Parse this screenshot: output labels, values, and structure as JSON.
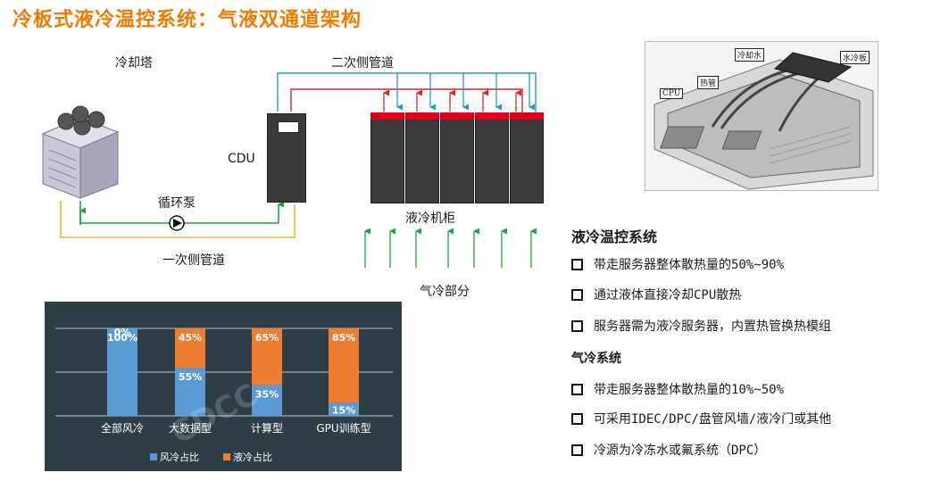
{
  "title": "冷板式液冷温控系统：气液双通道架构",
  "diagram": {
    "cooling_tower": "冷却塔",
    "secondary_pipe": "二次侧管道",
    "cdu": "CDU",
    "pump": "循环泵",
    "primary_pipe": "一次侧管道",
    "cabinet": "液冷机柜",
    "air_section": "气冷部分"
  },
  "photo": {
    "labels": [
      "冷却水",
      "水冷板",
      "热管",
      "CPU"
    ]
  },
  "liquid_system": {
    "heading": "液冷温控系统",
    "bullets": [
      "带走服务器整体散热量的50%~90%",
      "通过液体直接冷却CPU散热",
      "服务器需为液冷服务器，内置热管换热模组"
    ]
  },
  "air_system": {
    "heading": "气冷系统",
    "bullets": [
      "带走服务器整体散热量的10%~50%",
      "可采用IDEC/DPC/盘管风墙/液冷门或其他",
      "冷源为冷冻水或氟系统（DPC）"
    ]
  },
  "chart_data": {
    "type": "bar",
    "stacked": true,
    "categories": [
      "全部风冷",
      "大数据型",
      "计算型",
      "GPU训练型"
    ],
    "series": [
      {
        "name": "风冷占比",
        "values": [
          100,
          55,
          35,
          15
        ],
        "labels": [
          "100%",
          "55%",
          "35%",
          "15%"
        ],
        "color": "#5b9bd5"
      },
      {
        "name": "液冷占比",
        "values": [
          0,
          45,
          65,
          85
        ],
        "labels": [
          "0%",
          "45%",
          "65%",
          "85%"
        ],
        "color": "#ed7d31"
      }
    ],
    "ylim": [
      0,
      100
    ],
    "legend": "bottom-left",
    "grid": true,
    "watermark": "CDCC"
  }
}
